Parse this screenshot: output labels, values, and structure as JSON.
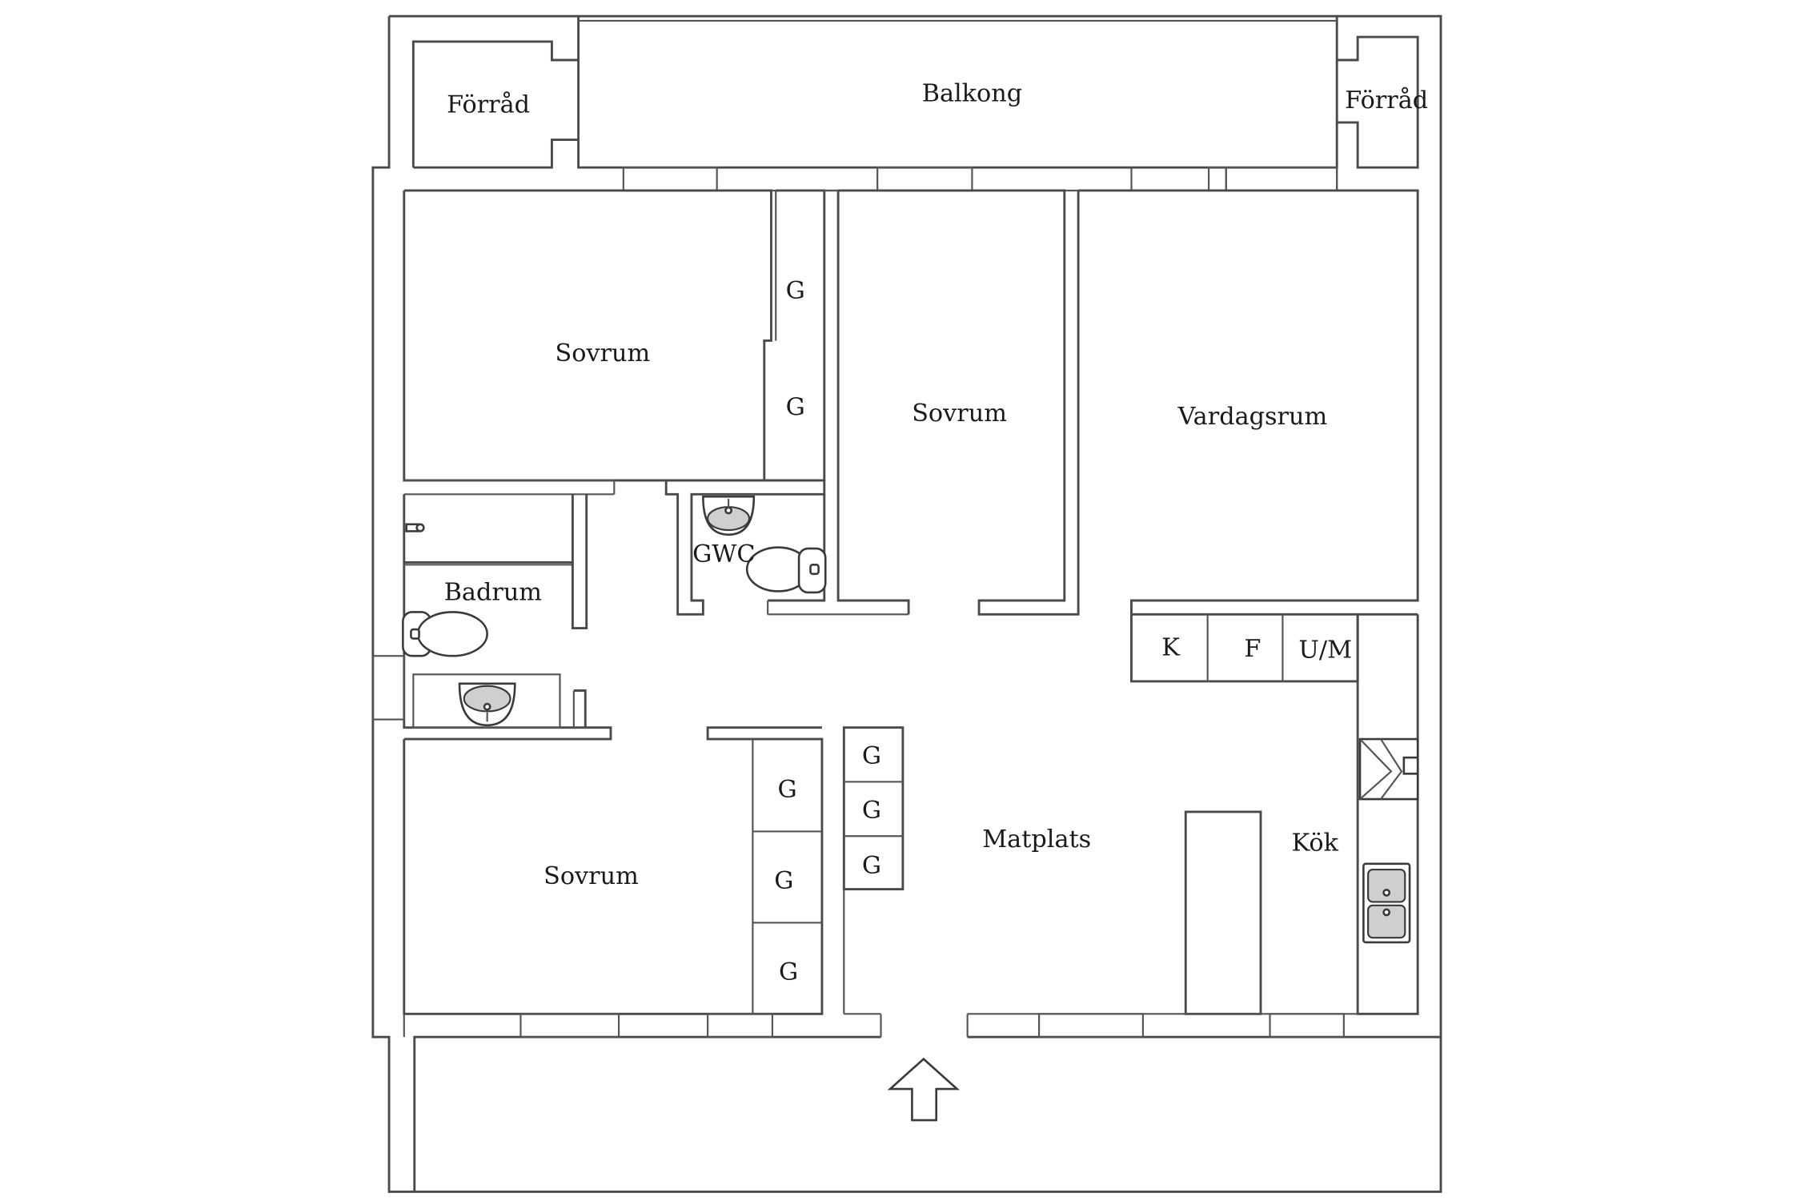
{
  "rooms": {
    "storage_left": "Förråd",
    "balcony": "Balkong",
    "storage_right": "Förråd",
    "bedroom_top_left": "Sovrum",
    "bedroom_center": "Sovrum",
    "living_room": "Vardagsrum",
    "bathroom": "Badrum",
    "guest_wc": "GWC",
    "bedroom_bottom_left": "Sovrum",
    "dining": "Matplats",
    "kitchen": "Kök"
  },
  "closets": {
    "hall_top_1": "G",
    "hall_top_2": "G",
    "bedroom_bottom_1": "G",
    "bedroom_bottom_2": "G",
    "bedroom_bottom_3": "G",
    "dining_1": "G",
    "dining_2": "G",
    "dining_3": "G"
  },
  "appliances": {
    "fridge": "K",
    "freezer": "F",
    "washer_dryer": "U/M"
  },
  "icons": {
    "entrance": "arrow-up-icon",
    "toilet": "toilet-icon",
    "sink": "washbasin-icon",
    "stove": "stove-icon",
    "kitchen_sink": "double-sink-icon"
  }
}
